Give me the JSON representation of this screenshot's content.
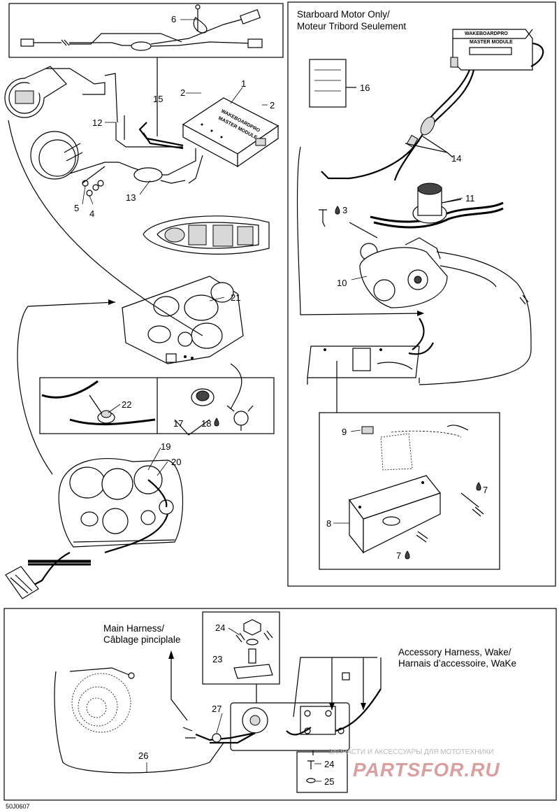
{
  "labels": {
    "starboard_en": "Starboard Motor Only/",
    "starboard_fr": "Moteur Tribord Seulement",
    "main_harness_en": "Main Harness/",
    "main_harness_fr": "Câblage pinciplale",
    "accessory_en": "Accessory Harness, Wake/",
    "accessory_fr": "Harnais d’accessoire, WaKe",
    "module_brand": "WAKEBOARDPRO",
    "module_name": "MASTER MODULE"
  },
  "callouts": {
    "n1": "1",
    "n2a": "2",
    "n2b": "2",
    "n3": "3",
    "n4": "4",
    "n5": "5",
    "n6": "6",
    "n7a": "7",
    "n7b": "7",
    "n8": "8",
    "n9": "9",
    "n10": "10",
    "n11": "11",
    "n12": "12",
    "n13": "13",
    "n14": "14",
    "n15": "15",
    "n16": "16",
    "n17": "17",
    "n18": "18",
    "n19": "19",
    "n20": "20",
    "n21": "21",
    "n22": "22",
    "n23": "23",
    "n24a": "24",
    "n24b": "24",
    "n25": "25",
    "n26": "26",
    "n27": "27"
  },
  "watermark": {
    "top": "ЗАПЧАСТИ И АКСЕССУАРЫ ДЛЯ МОТОТЕХНИКИ",
    "brand": "PARTSFOR.RU"
  },
  "figure_code": "50J0607"
}
